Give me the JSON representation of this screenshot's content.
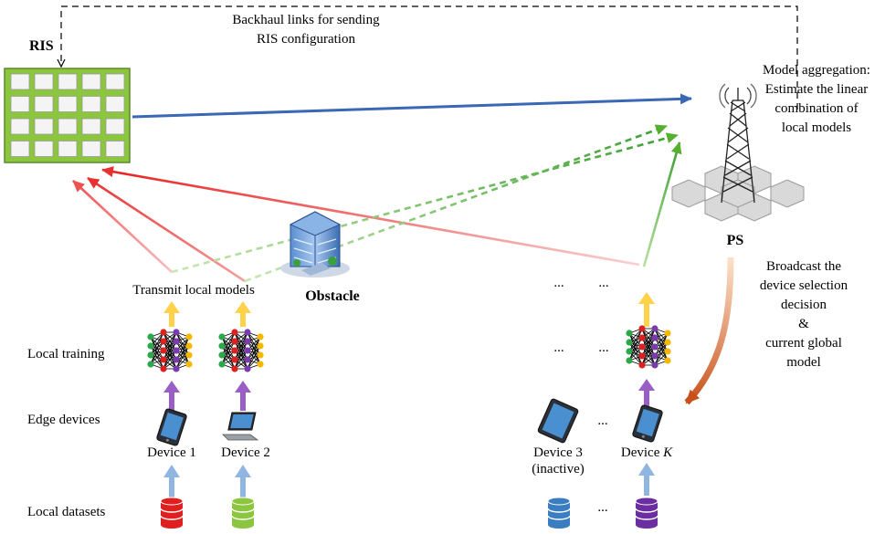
{
  "labels": {
    "ris": "RIS",
    "ps": "PS",
    "obstacle": "Obstacle",
    "backhaul_line1": "Backhaul links for sending",
    "backhaul_line2": "RIS configuration",
    "model_aggregation": [
      "Model aggregation:",
      "Estimate the linear",
      "combination of",
      "local models"
    ],
    "broadcast": [
      "Broadcast the",
      "device selection",
      "decision",
      "&",
      "current global",
      "model"
    ],
    "transmit_local_models": "Transmit local models",
    "row_local_training": "Local training",
    "row_edge_devices": "Edge devices",
    "row_local_datasets": "Local datasets",
    "device1": "Device 1",
    "device2": "Device 2",
    "device3": "Device 3",
    "device3_status": "(inactive)",
    "deviceK_prefix": "Device ",
    "deviceK_var": "K",
    "ellipsis": "..."
  },
  "colors": {
    "ris_panel": "#8cc63f",
    "ris_tile": "#f4f4f4",
    "ris_to_ps_link": "#3a68b5",
    "device_to_ris_link": "#e83030",
    "ris_to_ps_dashed": "#55b030",
    "device_to_ps_link": "#55b030",
    "broadcast_arrow": "#d96020",
    "upload_arrow": "#ffd24a",
    "training_arrow": "#9a5fc6",
    "data_arrow": "#8fb5e0",
    "nn_green": "#2aa84a",
    "nn_red": "#e02020",
    "nn_purple": "#7a3ab0",
    "nn_yellow": "#f5b800",
    "db_red": "#e02020",
    "db_green": "#8cc63f",
    "db_blue": "#3a7dc0",
    "db_purple": "#6a2ea0"
  },
  "icons": [
    "ris-panel-icon",
    "tower-icon",
    "building-icon",
    "phone-icon",
    "laptop-icon",
    "tablet-icon",
    "neural-network-icon",
    "database-icon"
  ]
}
